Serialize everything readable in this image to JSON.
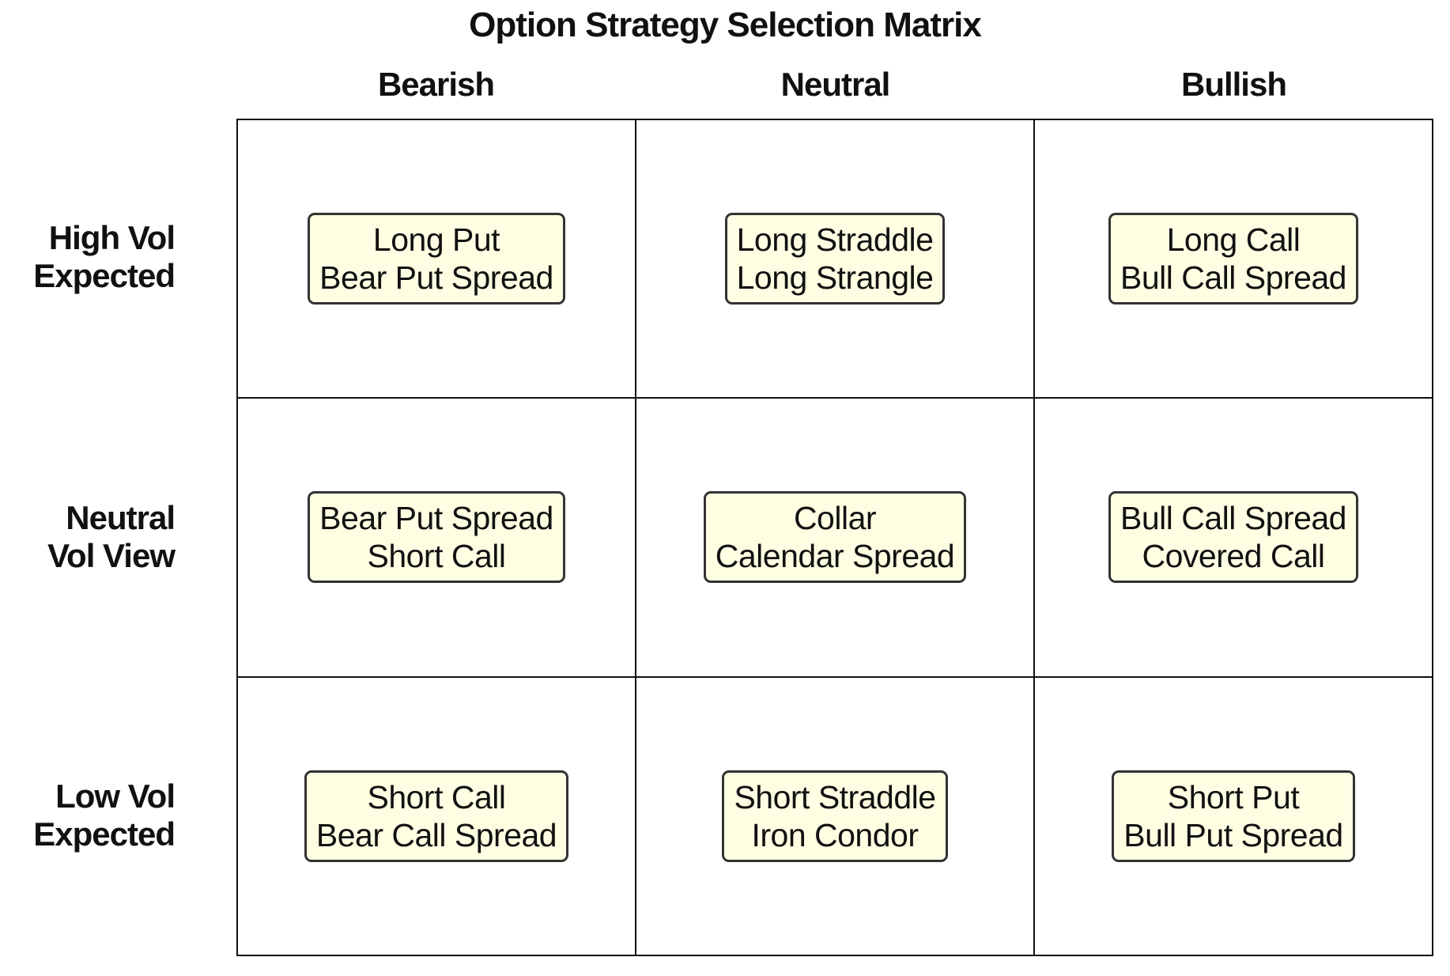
{
  "title": "Option Strategy Selection Matrix",
  "columns": [
    "Bearish",
    "Neutral",
    "Bullish"
  ],
  "rows": [
    {
      "label": [
        "High Vol",
        "Expected"
      ],
      "cells": [
        [
          "Long Put",
          "Bear Put Spread"
        ],
        [
          "Long Straddle",
          "Long Strangle"
        ],
        [
          "Long Call",
          "Bull Call Spread"
        ]
      ]
    },
    {
      "label": [
        "Neutral",
        "Vol View"
      ],
      "cells": [
        [
          "Bear Put Spread",
          "Short Call"
        ],
        [
          "Collar",
          "Calendar Spread"
        ],
        [
          "Bull Call Spread",
          "Covered Call"
        ]
      ]
    },
    {
      "label": [
        "Low Vol",
        "Expected"
      ],
      "cells": [
        [
          "Short Call",
          "Bear Call Spread"
        ],
        [
          "Short Straddle",
          "Iron Condor"
        ],
        [
          "Short Put",
          "Bull Put Spread"
        ]
      ]
    }
  ],
  "colors": {
    "box_fill": "#fefee3",
    "box_border": "#333333",
    "grid": "#111111"
  }
}
